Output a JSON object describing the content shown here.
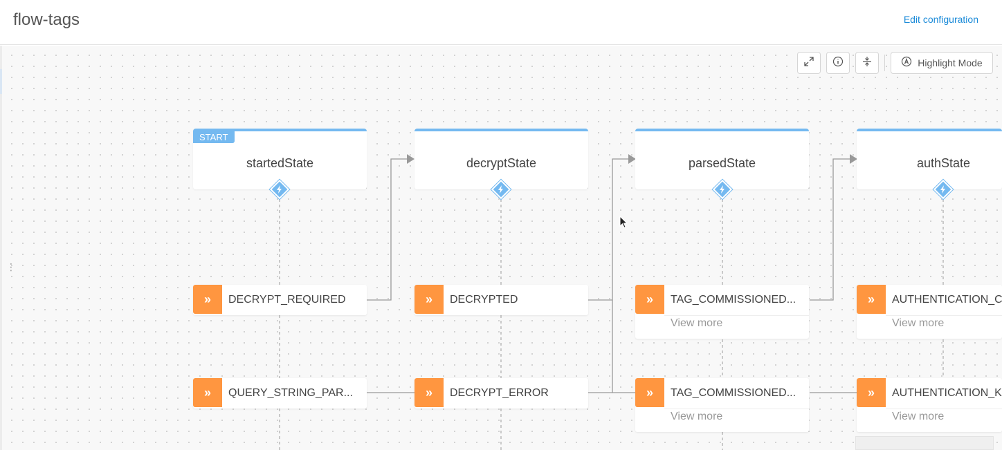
{
  "header": {
    "title": "flow-tags",
    "edit_link": "Edit configuration"
  },
  "toolbar": {
    "highlight_mode": "Highlight Mode"
  },
  "states": [
    {
      "name": "startedState",
      "badge": "START"
    },
    {
      "name": "decryptState"
    },
    {
      "name": "parsedState"
    },
    {
      "name": "authState"
    }
  ],
  "events": {
    "row1": [
      {
        "label": "DECRYPT_REQUIRED"
      },
      {
        "label": "DECRYPTED"
      },
      {
        "label": "TAG_COMMISSIONED...",
        "more": "View more"
      },
      {
        "label": "AUTHENTICATION_C",
        "more": "View more"
      }
    ],
    "row2": [
      {
        "label": "QUERY_STRING_PAR..."
      },
      {
        "label": "DECRYPT_ERROR"
      },
      {
        "label": "TAG_COMMISSIONED...",
        "more": "View more"
      },
      {
        "label": "AUTHENTICATION_K",
        "more": "View more"
      }
    ]
  },
  "colors": {
    "state_accent": "#74b9f0",
    "event_accent": "#ff9640",
    "link": "#1a8ad8"
  },
  "icons": [
    "expand-icon",
    "info-icon",
    "fit-vertical-icon",
    "highlight-icon",
    "bolt-icon",
    "chevrons-right-icon"
  ]
}
